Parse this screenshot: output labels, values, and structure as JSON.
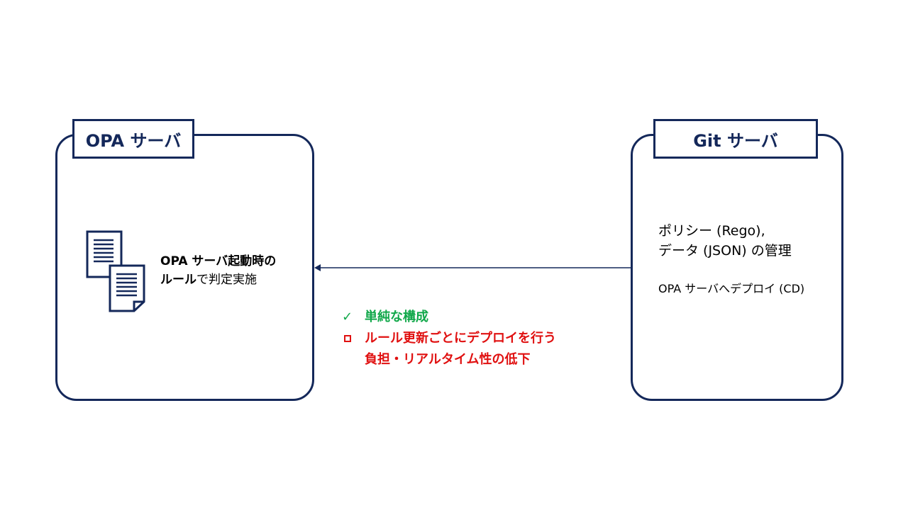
{
  "opa_server": {
    "title": "OPA サーバ",
    "desc_bold_1": "OPA サーバ起動時の",
    "desc_bold_2": "ルール",
    "desc_rest_2": "で判定実施"
  },
  "git_server": {
    "title": "Git サーバ",
    "policy_line_1": "ポリシー (Rego),",
    "policy_line_2": "データ (JSON) の管理",
    "deploy": "OPA サーバへデプロイ (CD)"
  },
  "notes": {
    "pro": "単純な構成",
    "con_line_1": "ルール更新ごとにデプロイを行う",
    "con_line_2": "負担・リアルタイム性の低下"
  },
  "colors": {
    "frame": "#14285a",
    "pro": "#11a84a",
    "con": "#e01010"
  },
  "icons": {
    "documents": "documents-icon",
    "check": "check-icon",
    "square": "square-bullet-icon"
  }
}
